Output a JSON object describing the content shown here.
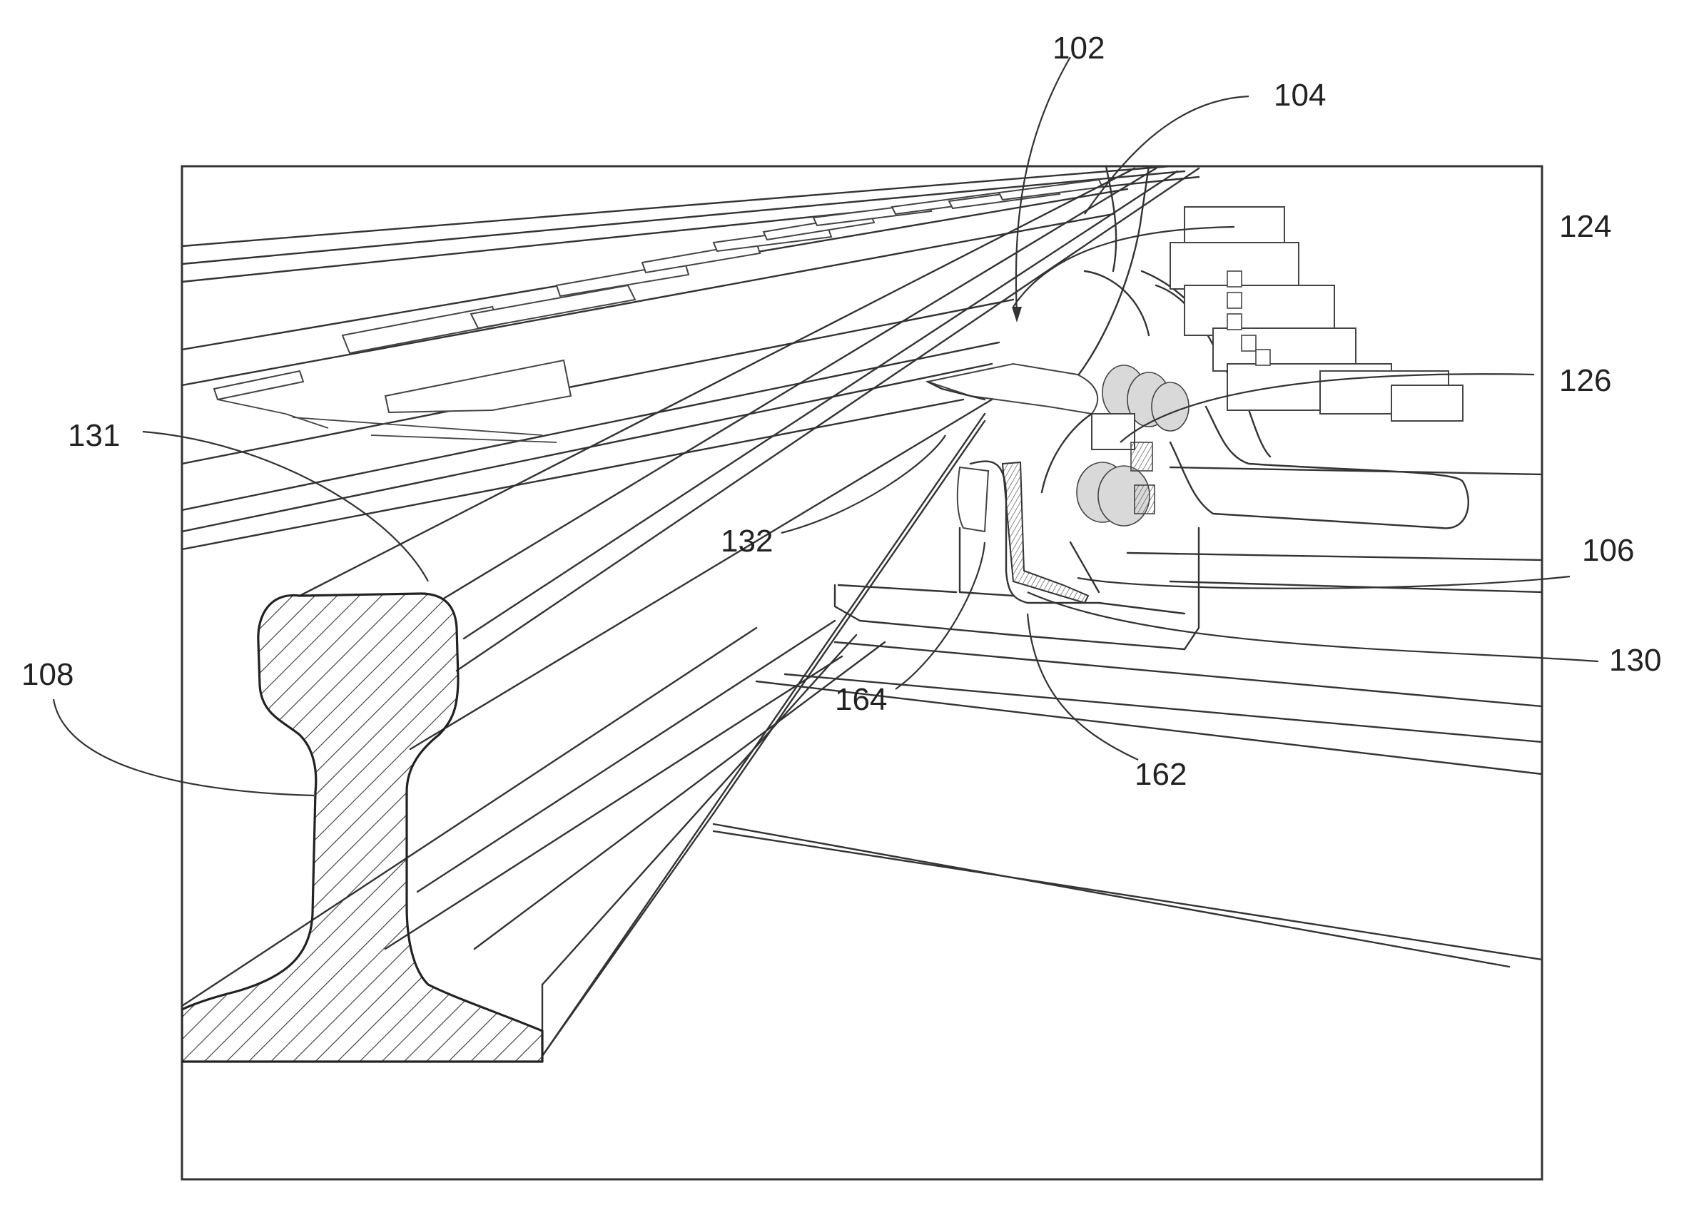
{
  "figure": {
    "labels": [
      {
        "id": "102",
        "text": "102"
      },
      {
        "id": "104",
        "text": "104"
      },
      {
        "id": "124",
        "text": "124"
      },
      {
        "id": "126",
        "text": "126"
      },
      {
        "id": "131",
        "text": "131"
      },
      {
        "id": "132",
        "text": "132"
      },
      {
        "id": "106",
        "text": "106"
      },
      {
        "id": "108",
        "text": "108"
      },
      {
        "id": "130",
        "text": "130"
      },
      {
        "id": "164",
        "text": "164"
      },
      {
        "id": "162",
        "text": "162"
      }
    ]
  }
}
